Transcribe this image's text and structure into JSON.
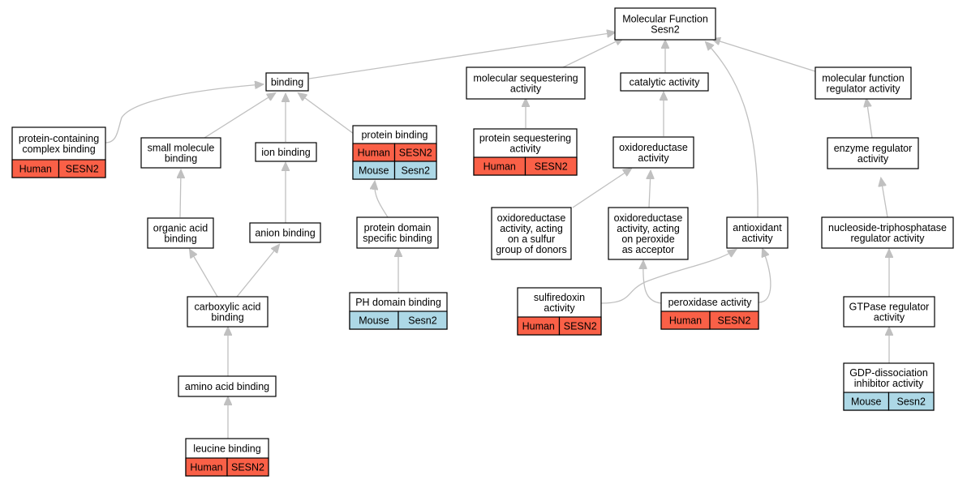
{
  "colors": {
    "human": "#fa6047",
    "mouse": "#add8e6",
    "edge": "#c0c0c0"
  },
  "nodes": {
    "root": {
      "lines": [
        "Molecular Function",
        "Sesn2"
      ]
    },
    "binding": {
      "lines": [
        "binding"
      ]
    },
    "seq_activity": {
      "lines": [
        "molecular sequestering",
        "activity"
      ]
    },
    "catalytic": {
      "lines": [
        "catalytic activity"
      ]
    },
    "mf_regulator": {
      "lines": [
        "molecular function",
        "regulator activity"
      ]
    },
    "protein_complex": {
      "lines": [
        "protein-containing",
        "complex binding"
      ],
      "tags": [
        "Human",
        "SESN2"
      ]
    },
    "small_molecule": {
      "lines": [
        "small molecule",
        "binding"
      ]
    },
    "ion_binding": {
      "lines": [
        "ion binding"
      ]
    },
    "protein_binding": {
      "lines": [
        "protein binding"
      ],
      "tags": [
        "Human",
        "SESN2",
        "Mouse",
        "Sesn2"
      ]
    },
    "protein_seq": {
      "lines": [
        "protein sequestering",
        "activity"
      ],
      "tags": [
        "Human",
        "SESN2"
      ]
    },
    "oxidoreductase": {
      "lines": [
        "oxidoreductase",
        "activity"
      ]
    },
    "enzyme_reg": {
      "lines": [
        "enzyme regulator",
        "activity"
      ]
    },
    "organic_acid": {
      "lines": [
        "organic acid",
        "binding"
      ]
    },
    "anion": {
      "lines": [
        "anion binding"
      ]
    },
    "domain_specific": {
      "lines": [
        "protein domain",
        "specific binding"
      ]
    },
    "oxido_sulfur": {
      "lines": [
        "oxidoreductase",
        "activity, acting",
        "on a sulfur",
        "group of donors"
      ]
    },
    "oxido_peroxide": {
      "lines": [
        "oxidoreductase",
        "activity, acting",
        "on peroxide",
        "as acceptor"
      ]
    },
    "antioxidant": {
      "lines": [
        "antioxidant",
        "activity"
      ]
    },
    "ntpase_reg": {
      "lines": [
        "nucleoside-triphosphatase",
        "regulator activity"
      ]
    },
    "carboxylic": {
      "lines": [
        "carboxylic acid",
        "binding"
      ]
    },
    "ph_domain": {
      "lines": [
        "PH domain binding"
      ],
      "tags": [
        "Mouse",
        "Sesn2"
      ]
    },
    "sulfiredoxin": {
      "lines": [
        "sulfiredoxin",
        "activity"
      ],
      "tags": [
        "Human",
        "SESN2"
      ]
    },
    "peroxidase": {
      "lines": [
        "peroxidase activity"
      ],
      "tags": [
        "Human",
        "SESN2"
      ]
    },
    "gtpase_reg": {
      "lines": [
        "GTPase regulator",
        "activity"
      ]
    },
    "amino_acid": {
      "lines": [
        "amino acid binding"
      ]
    },
    "gdp_dissoc": {
      "lines": [
        "GDP-dissociation",
        "inhibitor activity"
      ],
      "tags": [
        "Mouse",
        "Sesn2"
      ]
    },
    "leucine": {
      "lines": [
        "leucine binding"
      ],
      "tags": [
        "Human",
        "SESN2"
      ]
    }
  }
}
